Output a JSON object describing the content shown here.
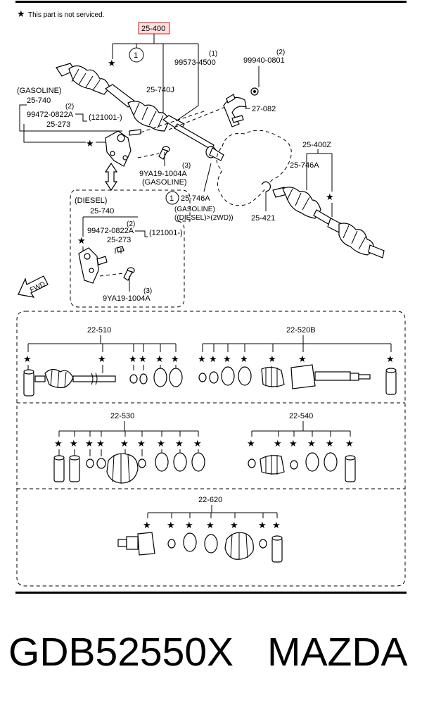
{
  "legend": {
    "star_symbol": "★",
    "text": "This part is not serviced."
  },
  "callouts": {
    "main_assembly": "25-400",
    "bolt_kit": "99573-4500",
    "bolt_kit_qty": "(1)",
    "nut_part": "99940-0801",
    "nut_qty": "(2)",
    "joint_left": "25-740J",
    "bracket": "27-082",
    "gasoline_group_title": "(GASOLINE)",
    "gasoline_shaft": "25-740",
    "gasoline_bolt": "99472-0822A",
    "gasoline_bolt_qty": "(2)",
    "gasoline_serial": "(121001-)",
    "gasoline_bearing": "25-273",
    "gasoline_washer": "9YA19-1004A",
    "gasoline_washer_qty": "(3)",
    "gasoline_washer_note": "(GASOLINE)",
    "right_assembly": "25-400Z",
    "right_joint": "25-746A",
    "center_joint": "25-746A",
    "center_joint_qty": "1",
    "center_joint_note1": "(GASOLINE)",
    "center_joint_note2": "((DIESEL)>(2WD))",
    "clip": "25-421",
    "diesel_group_title": "(DIESEL)",
    "diesel_shaft": "25-740",
    "diesel_bolt": "99472-0822A",
    "diesel_bolt_qty": "(2)",
    "diesel_serial": "(121001-)",
    "diesel_bearing": "25-273",
    "diesel_washer": "9YA19-1004A",
    "diesel_washer_qty": "(3)",
    "fwd": "FWD",
    "circled_one": "1"
  },
  "kits": {
    "k1": "22-510",
    "k2": "22-520B",
    "k3": "22-530",
    "k4": "22-540",
    "k5": "22-620"
  },
  "footer": {
    "code": "GDB52550X",
    "brand": "MAZDA"
  }
}
